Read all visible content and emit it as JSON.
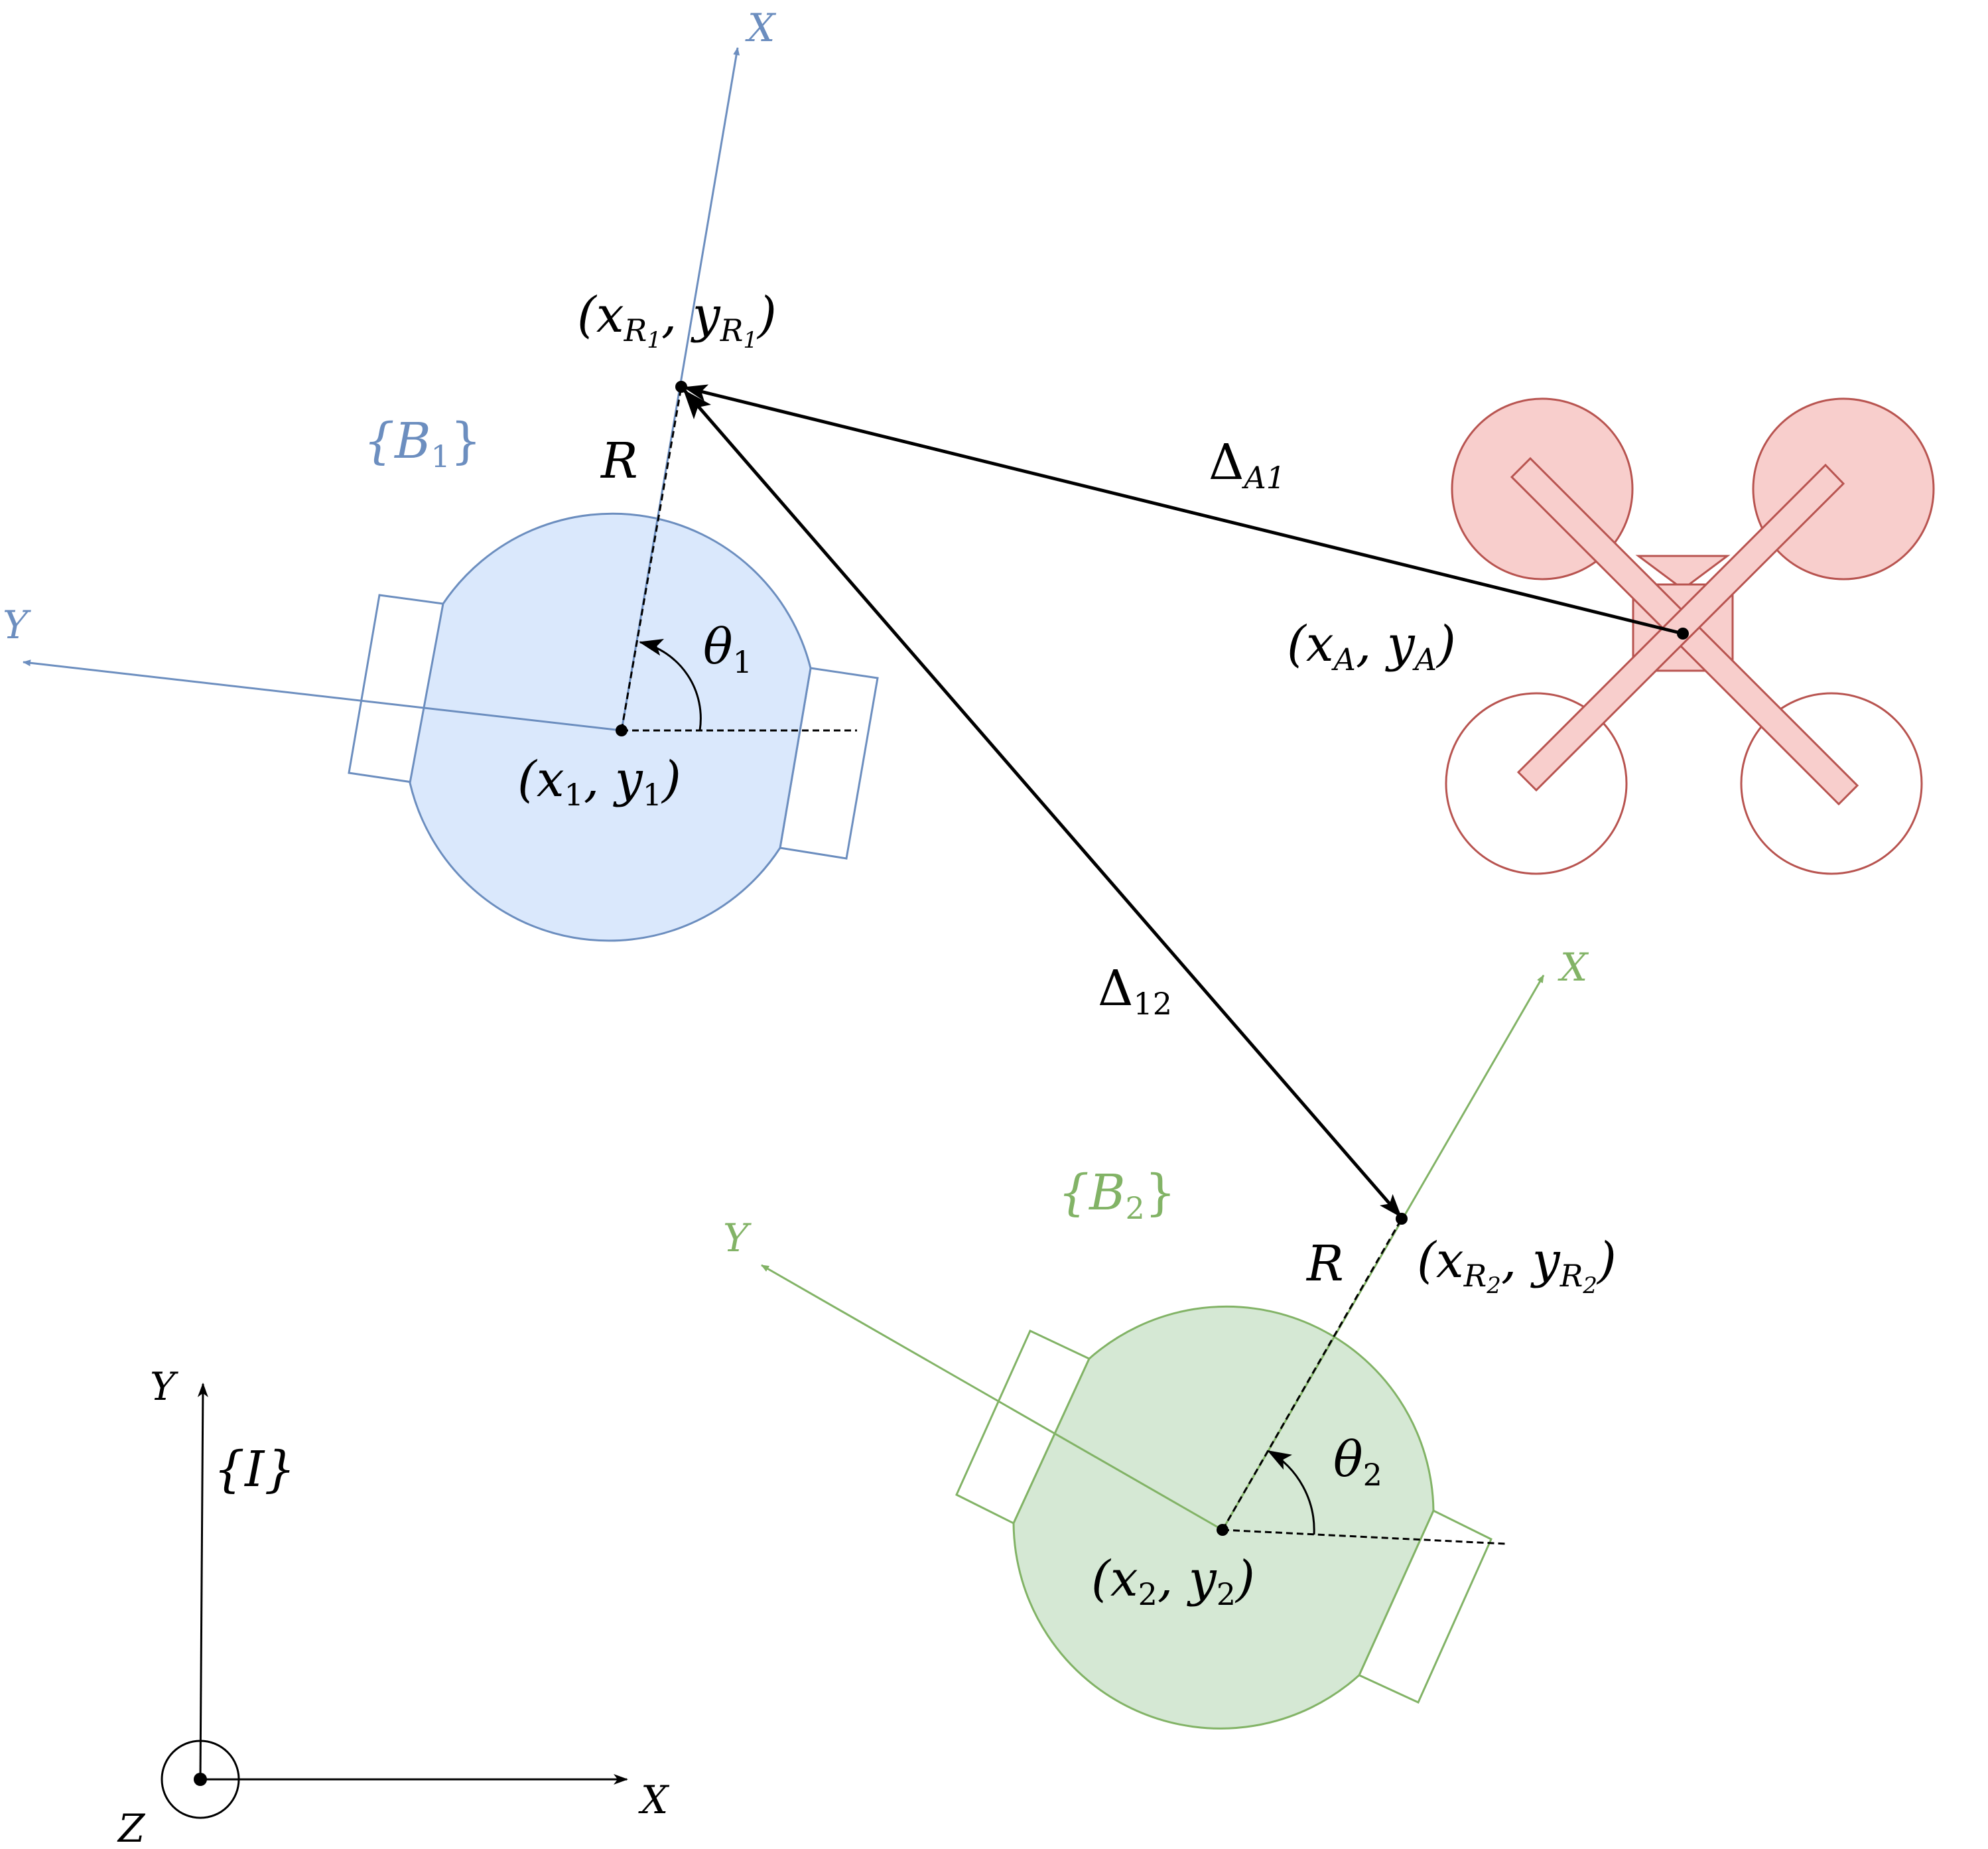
{
  "colors": {
    "robot1": "#6c8ebf",
    "robot1_fill": "#dae8fc",
    "robot2": "#82b366",
    "robot2_fill": "#d5e8d4",
    "drone": "#b85450",
    "drone_fill": "#f8cecc",
    "ink": "#000000"
  },
  "inertial_frame": {
    "label": "{I}",
    "x_axis": "X",
    "y_axis": "Y",
    "z_axis": "Z"
  },
  "robot1": {
    "frame_label": "{B",
    "frame_sub": "1",
    "frame_close": "}",
    "x_axis": "X",
    "y_axis": "Y",
    "position": {
      "open": "(x",
      "sub1": "1",
      "mid": ", y",
      "sub2": "1",
      "close": ")"
    },
    "angle": {
      "symbol": "θ",
      "sub": "1"
    },
    "radius_label": "R",
    "ref_point": {
      "open": "(x",
      "sub1": "R",
      "subsub1": "1",
      "mid": ", y",
      "sub2": "R",
      "subsub2": "1",
      "close": ")"
    }
  },
  "robot2": {
    "frame_label": "{B",
    "frame_sub": "2",
    "frame_close": "}",
    "x_axis": "X",
    "y_axis": "Y",
    "position": {
      "open": "(x",
      "sub1": "2",
      "mid": ", y",
      "sub2": "2",
      "close": ")"
    },
    "angle": {
      "symbol": "θ",
      "sub": "2"
    },
    "radius_label": "R",
    "ref_point": {
      "open": "(x",
      "sub1": "R",
      "subsub1": "2",
      "mid": ", y",
      "sub2": "R",
      "subsub2": "2",
      "close": ")"
    }
  },
  "drone": {
    "position": {
      "open": "(x",
      "sub1": "A",
      "mid": ", y",
      "sub2": "A",
      "close": ")"
    }
  },
  "vectors": {
    "delta_a1": {
      "symbol": "Δ",
      "sub": "A1"
    },
    "delta_12": {
      "symbol": "Δ",
      "sub": "12"
    }
  }
}
